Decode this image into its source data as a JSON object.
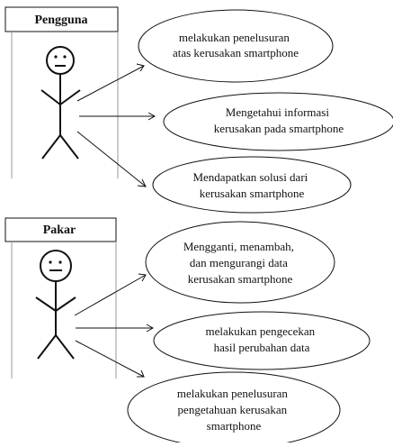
{
  "actors": [
    {
      "name": "Pengguna",
      "use_cases": [
        [
          "melakukan penelusuran",
          "atas kerusakan smartphone"
        ],
        [
          "Mengetahui informasi",
          "kerusakan pada smartphone"
        ],
        [
          "Mendapatkan solusi dari",
          "kerusakan smartphone"
        ]
      ]
    },
    {
      "name": "Pakar",
      "use_cases": [
        [
          "Mengganti, menambah,",
          "dan mengurangi data",
          "kerusakan smartphone"
        ],
        [
          "melakukan pengecekan",
          "hasil perubahan data"
        ],
        [
          "melakukan penelusuran",
          "pengetahuan kerusakan",
          "smartphone"
        ]
      ]
    }
  ]
}
